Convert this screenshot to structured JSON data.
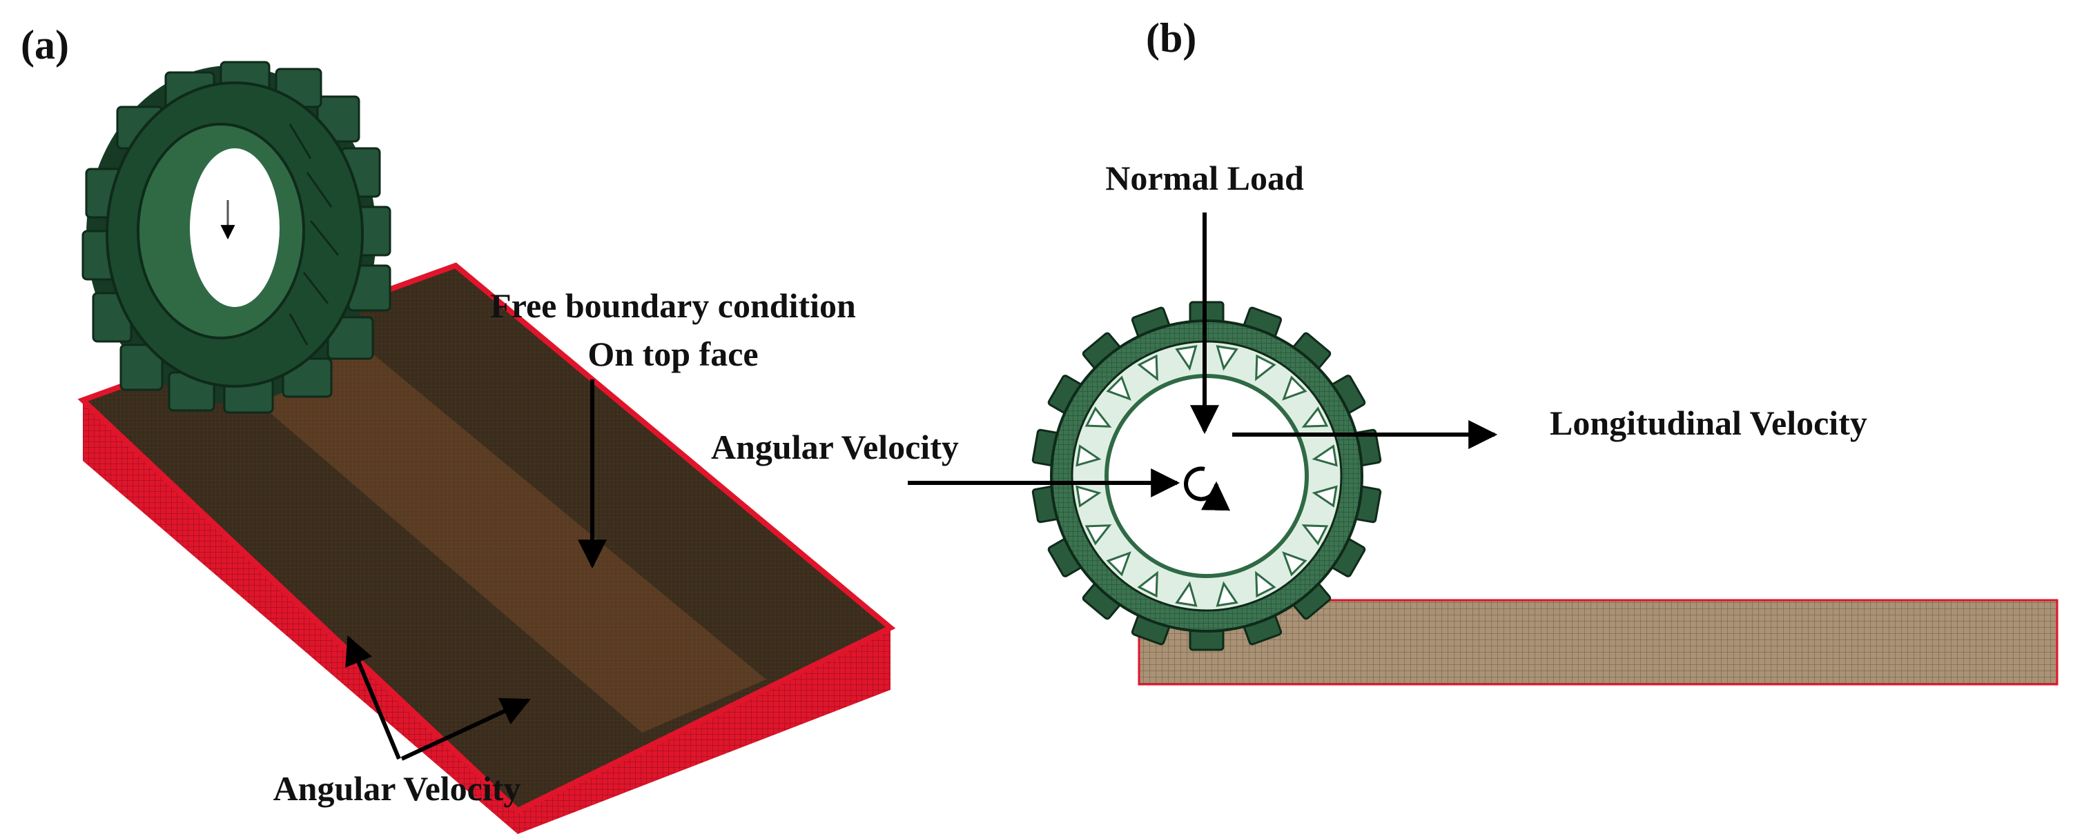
{
  "panels": {
    "a": {
      "label": "(a)"
    },
    "b": {
      "label": "(b)"
    }
  },
  "labels": {
    "free_bc_line1": "Free boundary condition",
    "free_bc_line2": "On top face",
    "angular_velocity_a": "Angular Velocity",
    "normal_load": "Normal Load",
    "angular_velocity_b": "Angular Velocity",
    "longitudinal_velocity": "Longitudinal Velocity"
  },
  "colors": {
    "soil_side": "#e0152b",
    "soil_top": "#3a2c1c",
    "soil_track": "#5a3c22",
    "tire_dark": "#163a24",
    "tire_mesh": "#2f6a45",
    "tire_light": "#cfe3d2",
    "soil_mesh_b": "#9a8466",
    "arrow": "#000000"
  }
}
